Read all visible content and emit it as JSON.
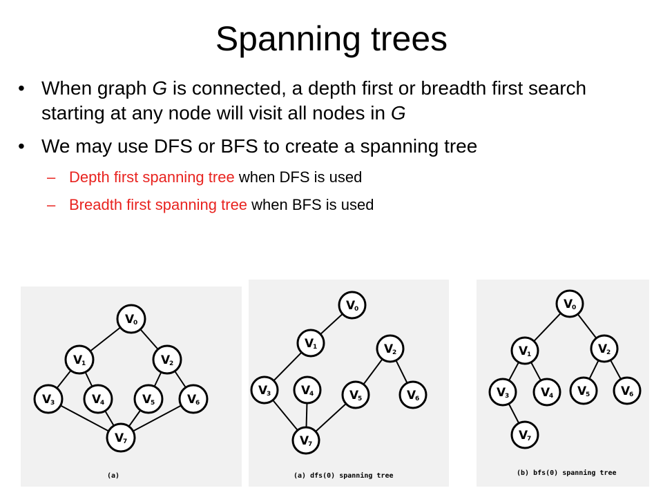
{
  "slide": {
    "title": "Spanning trees",
    "bullets": [
      {
        "pre": "When graph ",
        "g1": "G",
        "mid": " is connected, a depth first or breadth first search starting at any node will visit all nodes in ",
        "g2": "G"
      },
      {
        "text": "We may use DFS or BFS to create a spanning tree"
      }
    ],
    "sub_bullets": [
      {
        "highlight": "Depth first spanning tree",
        "rest": " when DFS is used"
      },
      {
        "highlight": "Breadth first spanning tree",
        "rest": " when BFS is used"
      }
    ],
    "highlight_color": "#e8231f"
  },
  "figures": {
    "graph": {
      "caption": "(a)",
      "nodes": [
        {
          "id": "v0",
          "letter": "V",
          "sub": "0"
        },
        {
          "id": "v1",
          "letter": "V",
          "sub": "1"
        },
        {
          "id": "v2",
          "letter": "V",
          "sub": "2"
        },
        {
          "id": "v3",
          "letter": "V",
          "sub": "3"
        },
        {
          "id": "v4",
          "letter": "V",
          "sub": "4"
        },
        {
          "id": "v5",
          "letter": "V",
          "sub": "5"
        },
        {
          "id": "v6",
          "letter": "V",
          "sub": "6"
        },
        {
          "id": "v7",
          "letter": "V",
          "sub": "7"
        }
      ],
      "edges": [
        [
          "v0",
          "v1"
        ],
        [
          "v0",
          "v2"
        ],
        [
          "v1",
          "v3"
        ],
        [
          "v1",
          "v4"
        ],
        [
          "v2",
          "v5"
        ],
        [
          "v2",
          "v6"
        ],
        [
          "v3",
          "v7"
        ],
        [
          "v4",
          "v7"
        ],
        [
          "v5",
          "v7"
        ],
        [
          "v6",
          "v7"
        ]
      ]
    },
    "dfs_tree": {
      "caption": "(a) dfs(0) spanning tree",
      "nodes": [
        {
          "id": "v0",
          "letter": "V",
          "sub": "0"
        },
        {
          "id": "v1",
          "letter": "V",
          "sub": "1"
        },
        {
          "id": "v2",
          "letter": "V",
          "sub": "2"
        },
        {
          "id": "v3",
          "letter": "V",
          "sub": "3"
        },
        {
          "id": "v4",
          "letter": "V",
          "sub": "4"
        },
        {
          "id": "v5",
          "letter": "V",
          "sub": "5"
        },
        {
          "id": "v6",
          "letter": "V",
          "sub": "6"
        },
        {
          "id": "v7",
          "letter": "V",
          "sub": "7"
        }
      ],
      "edges": [
        [
          "v0",
          "v1"
        ],
        [
          "v1",
          "v3"
        ],
        [
          "v3",
          "v7"
        ],
        [
          "v7",
          "v4"
        ],
        [
          "v7",
          "v5"
        ],
        [
          "v5",
          "v2"
        ],
        [
          "v2",
          "v6"
        ]
      ]
    },
    "bfs_tree": {
      "caption": "(b) bfs(0) spanning tree",
      "nodes": [
        {
          "id": "v0",
          "letter": "V",
          "sub": "0"
        },
        {
          "id": "v1",
          "letter": "V",
          "sub": "1"
        },
        {
          "id": "v2",
          "letter": "V",
          "sub": "2"
        },
        {
          "id": "v3",
          "letter": "V",
          "sub": "3"
        },
        {
          "id": "v4",
          "letter": "V",
          "sub": "4"
        },
        {
          "id": "v5",
          "letter": "V",
          "sub": "5"
        },
        {
          "id": "v6",
          "letter": "V",
          "sub": "6"
        },
        {
          "id": "v7",
          "letter": "V",
          "sub": "7"
        }
      ],
      "edges": [
        [
          "v0",
          "v1"
        ],
        [
          "v0",
          "v2"
        ],
        [
          "v1",
          "v3"
        ],
        [
          "v1",
          "v4"
        ],
        [
          "v2",
          "v5"
        ],
        [
          "v2",
          "v6"
        ],
        [
          "v3",
          "v7"
        ]
      ]
    }
  }
}
